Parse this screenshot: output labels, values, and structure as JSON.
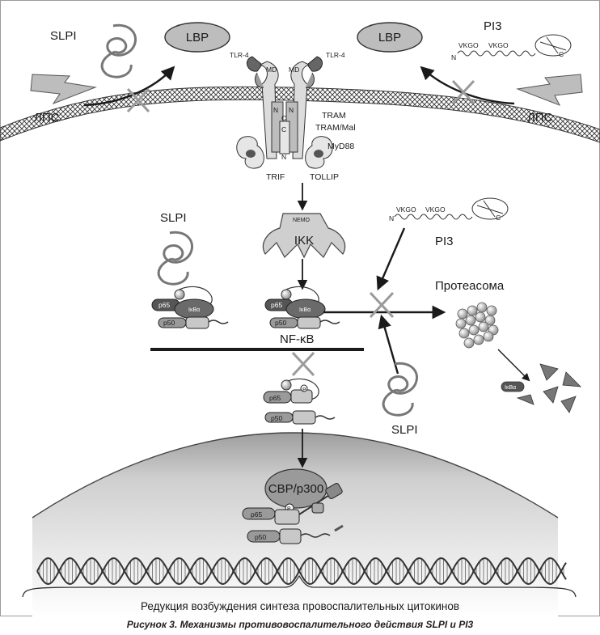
{
  "labels": {
    "slpi": "SLPI",
    "lbp": "LBP",
    "pi3": "PI3",
    "lps": "ЛПС",
    "tlr4": "TLR-4",
    "md": "MD",
    "n": "N",
    "c": "C",
    "tram": "TRAM",
    "tram_mal": "TRAM/Mal",
    "myd88": "MyD88",
    "trif": "TRIF",
    "tollip": "TOLLIP",
    "vkgo": "VKGO",
    "nemo": "NEMO",
    "ikk": "IKK",
    "proteasome": "Протеасома",
    "p65": "p65",
    "p50": "p50",
    "ikba": "IκBα",
    "nfkb": "NF-κB",
    "p": "P",
    "cbp": "CBP/p300"
  },
  "bottom_text": "Редукция возбуждения синтеза провоспалительных цитокинов",
  "caption": "Рисунок 3. Механизмы противовоспалительного действия SLPI и PI3",
  "colors": {
    "dark_protein": "#555555",
    "light_protein": "#d9d9d9",
    "text": "#1a1a1a"
  },
  "icons": [
    "lightning-bolt-icon",
    "inhibition-cross-icon",
    "proteasome-icon",
    "dna-helix-icon"
  ]
}
